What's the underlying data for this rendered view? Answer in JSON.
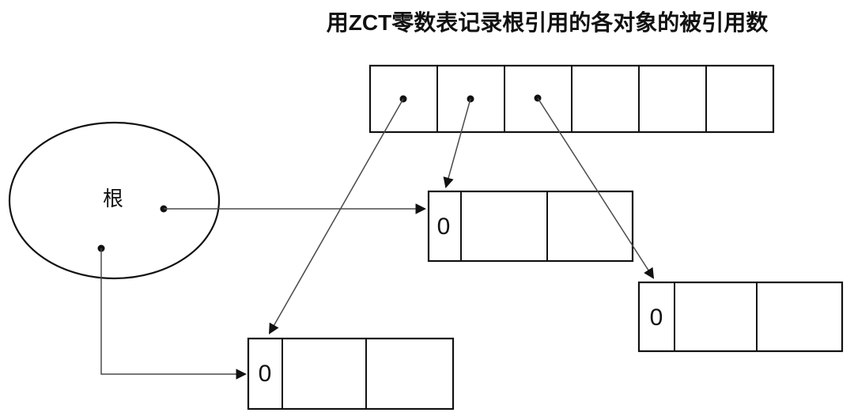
{
  "title": "用ZCT零数表记录根引用的各对象的被引用数",
  "root": {
    "label": "根",
    "pointer_count": 2
  },
  "zct_table": {
    "cell_count": 6,
    "cells_with_pointers": 3
  },
  "objects": {
    "middle": {
      "ref_count": "0",
      "cell_count": 3
    },
    "right": {
      "ref_count": "0",
      "cell_count": 3
    },
    "bottom": {
      "ref_count": "0",
      "cell_count": 3
    }
  },
  "edges": [
    {
      "from": "root-pointer-1",
      "to": "object-middle"
    },
    {
      "from": "root-pointer-2",
      "to": "object-bottom"
    },
    {
      "from": "zct-cell-1",
      "to": "object-bottom"
    },
    {
      "from": "zct-cell-2",
      "to": "object-middle"
    },
    {
      "from": "zct-cell-3",
      "to": "object-right"
    }
  ],
  "colors": {
    "background": "#ffffff",
    "shape_stroke": "#111111",
    "connector": "#4a4a4a"
  }
}
